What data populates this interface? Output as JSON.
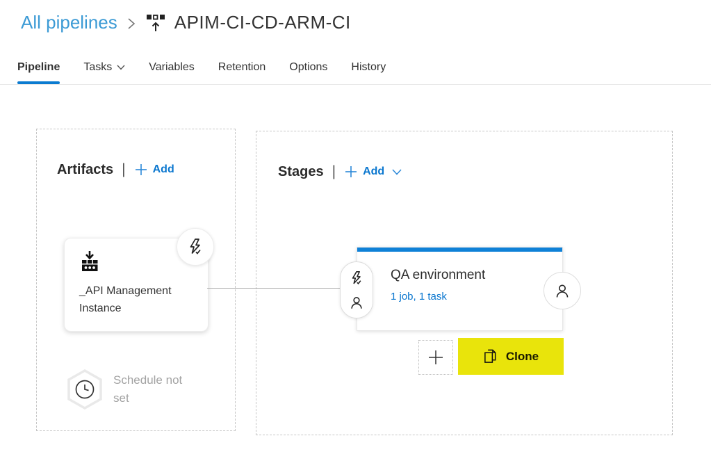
{
  "breadcrumb": {
    "parent": "All pipelines",
    "title": "APIM-CI-CD-ARM-CI"
  },
  "ui": {
    "separator": "|"
  },
  "tabs": [
    {
      "label": "Pipeline",
      "active": true
    },
    {
      "label": "Tasks",
      "has_dropdown": true
    },
    {
      "label": "Variables"
    },
    {
      "label": "Retention"
    },
    {
      "label": "Options"
    },
    {
      "label": "History"
    }
  ],
  "artifacts_panel": {
    "title": "Artifacts",
    "add_label": "Add",
    "card": {
      "name": "_API Management Instance"
    },
    "schedule_text": "Schedule not set"
  },
  "stages_panel": {
    "title": "Stages",
    "add_label": "Add",
    "stage_card": {
      "title": "QA environment",
      "subtitle": "1 job, 1 task"
    },
    "clone_label": "Clone"
  },
  "icons": {
    "breadcrumb_separator": "chevron-right",
    "release_pipeline": "release-pipeline",
    "tasks_dropdown": "chevron-down",
    "add": "plus",
    "artifact": "build-artifact-drop",
    "cd_trigger": "lightning-bolt",
    "pre_deployment": "lightning-bolt + person",
    "post_deployment": "person",
    "schedule": "clock-in-hexagon",
    "clone": "copy-pages",
    "add_stage": "plus"
  },
  "colors": {
    "accent_blue": "#0b7bd0",
    "breadcrumb_link_blue": "#3d9bd5",
    "stage_top_bar": "#0f81d7",
    "clone_yellow": "#e9e40b",
    "panel_dash_gray": "#c6c6c6",
    "muted_text": "#a3a3a3"
  }
}
